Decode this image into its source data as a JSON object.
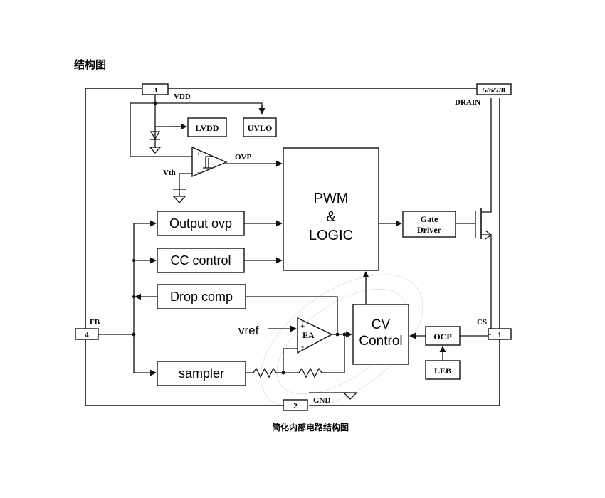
{
  "page_title": "结构图",
  "caption": "简化内部电路结构图",
  "pins": {
    "vdd": {
      "number": "3",
      "name": "VDD"
    },
    "drain": {
      "number": "5/6/7/8",
      "name": "DRAIN"
    },
    "fb": {
      "number": "4",
      "name": "FB"
    },
    "cs": {
      "number": "1",
      "name": "CS"
    },
    "gnd": {
      "number": "2",
      "name": "GND"
    }
  },
  "blocks": {
    "lvdd": "LVDD",
    "uvlo": "UVLO",
    "pwm_line1": "PWM",
    "pwm_line2": "&",
    "pwm_line3": "LOGIC",
    "gate_driver_line1": "Gate",
    "gate_driver_line2": "Driver",
    "output_ovp": "Output ovp",
    "cc_control": "CC control",
    "drop_comp": "Drop comp",
    "sampler": "sampler",
    "cv_line1": "CV",
    "cv_line2": "Control",
    "ocp": "OCP",
    "leb": "LEB"
  },
  "signals": {
    "ovp": "OVP",
    "vth": "Vth",
    "vref": "vref",
    "ea": "EA",
    "plus": "+",
    "minus": "-"
  }
}
